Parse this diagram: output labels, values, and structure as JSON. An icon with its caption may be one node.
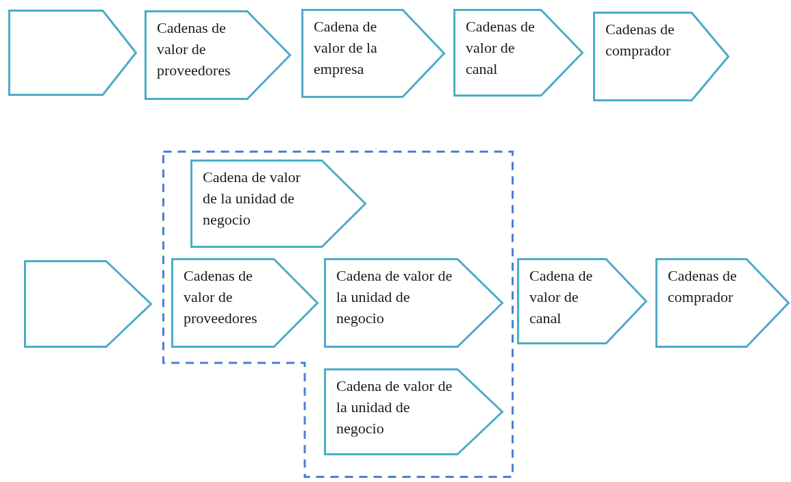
{
  "diagram": {
    "nodes": [
      {
        "text": [],
        "shape": "pentagon"
      },
      {
        "text": [
          "Cadenas de valor de proveedores"
        ]
      },
      {
        "text": [
          "Cadena de valor de la empresa"
        ]
      },
      {
        "text": [
          "Cadenas de valor de canal"
        ]
      },
      {
        "text": [
          "Cadenas de comprador"
        ]
      },
      {
        "text": [],
        "shape": "box"
      },
      {
        "text": [
          "Cadena de valor de la unidad de negocio"
        ],
        "in": 5
      },
      {
        "text": [],
        "shape": "pentagon"
      },
      {
        "text": [
          "Cadenas de valor de proveedores"
        ],
        "in": 5
      },
      {
        "text": [
          "Cadena de valor de la unidad de negocio"
        ],
        "in": 5
      },
      {
        "text": [
          "Cadena de valor de canal"
        ]
      },
      {
        "text": [
          "Cadenas de comprador"
        ]
      },
      {
        "text": [
          "Cadena de valor de la unidad de negocio"
        ],
        "in": 5
      }
    ],
    "edges": []
  }
}
